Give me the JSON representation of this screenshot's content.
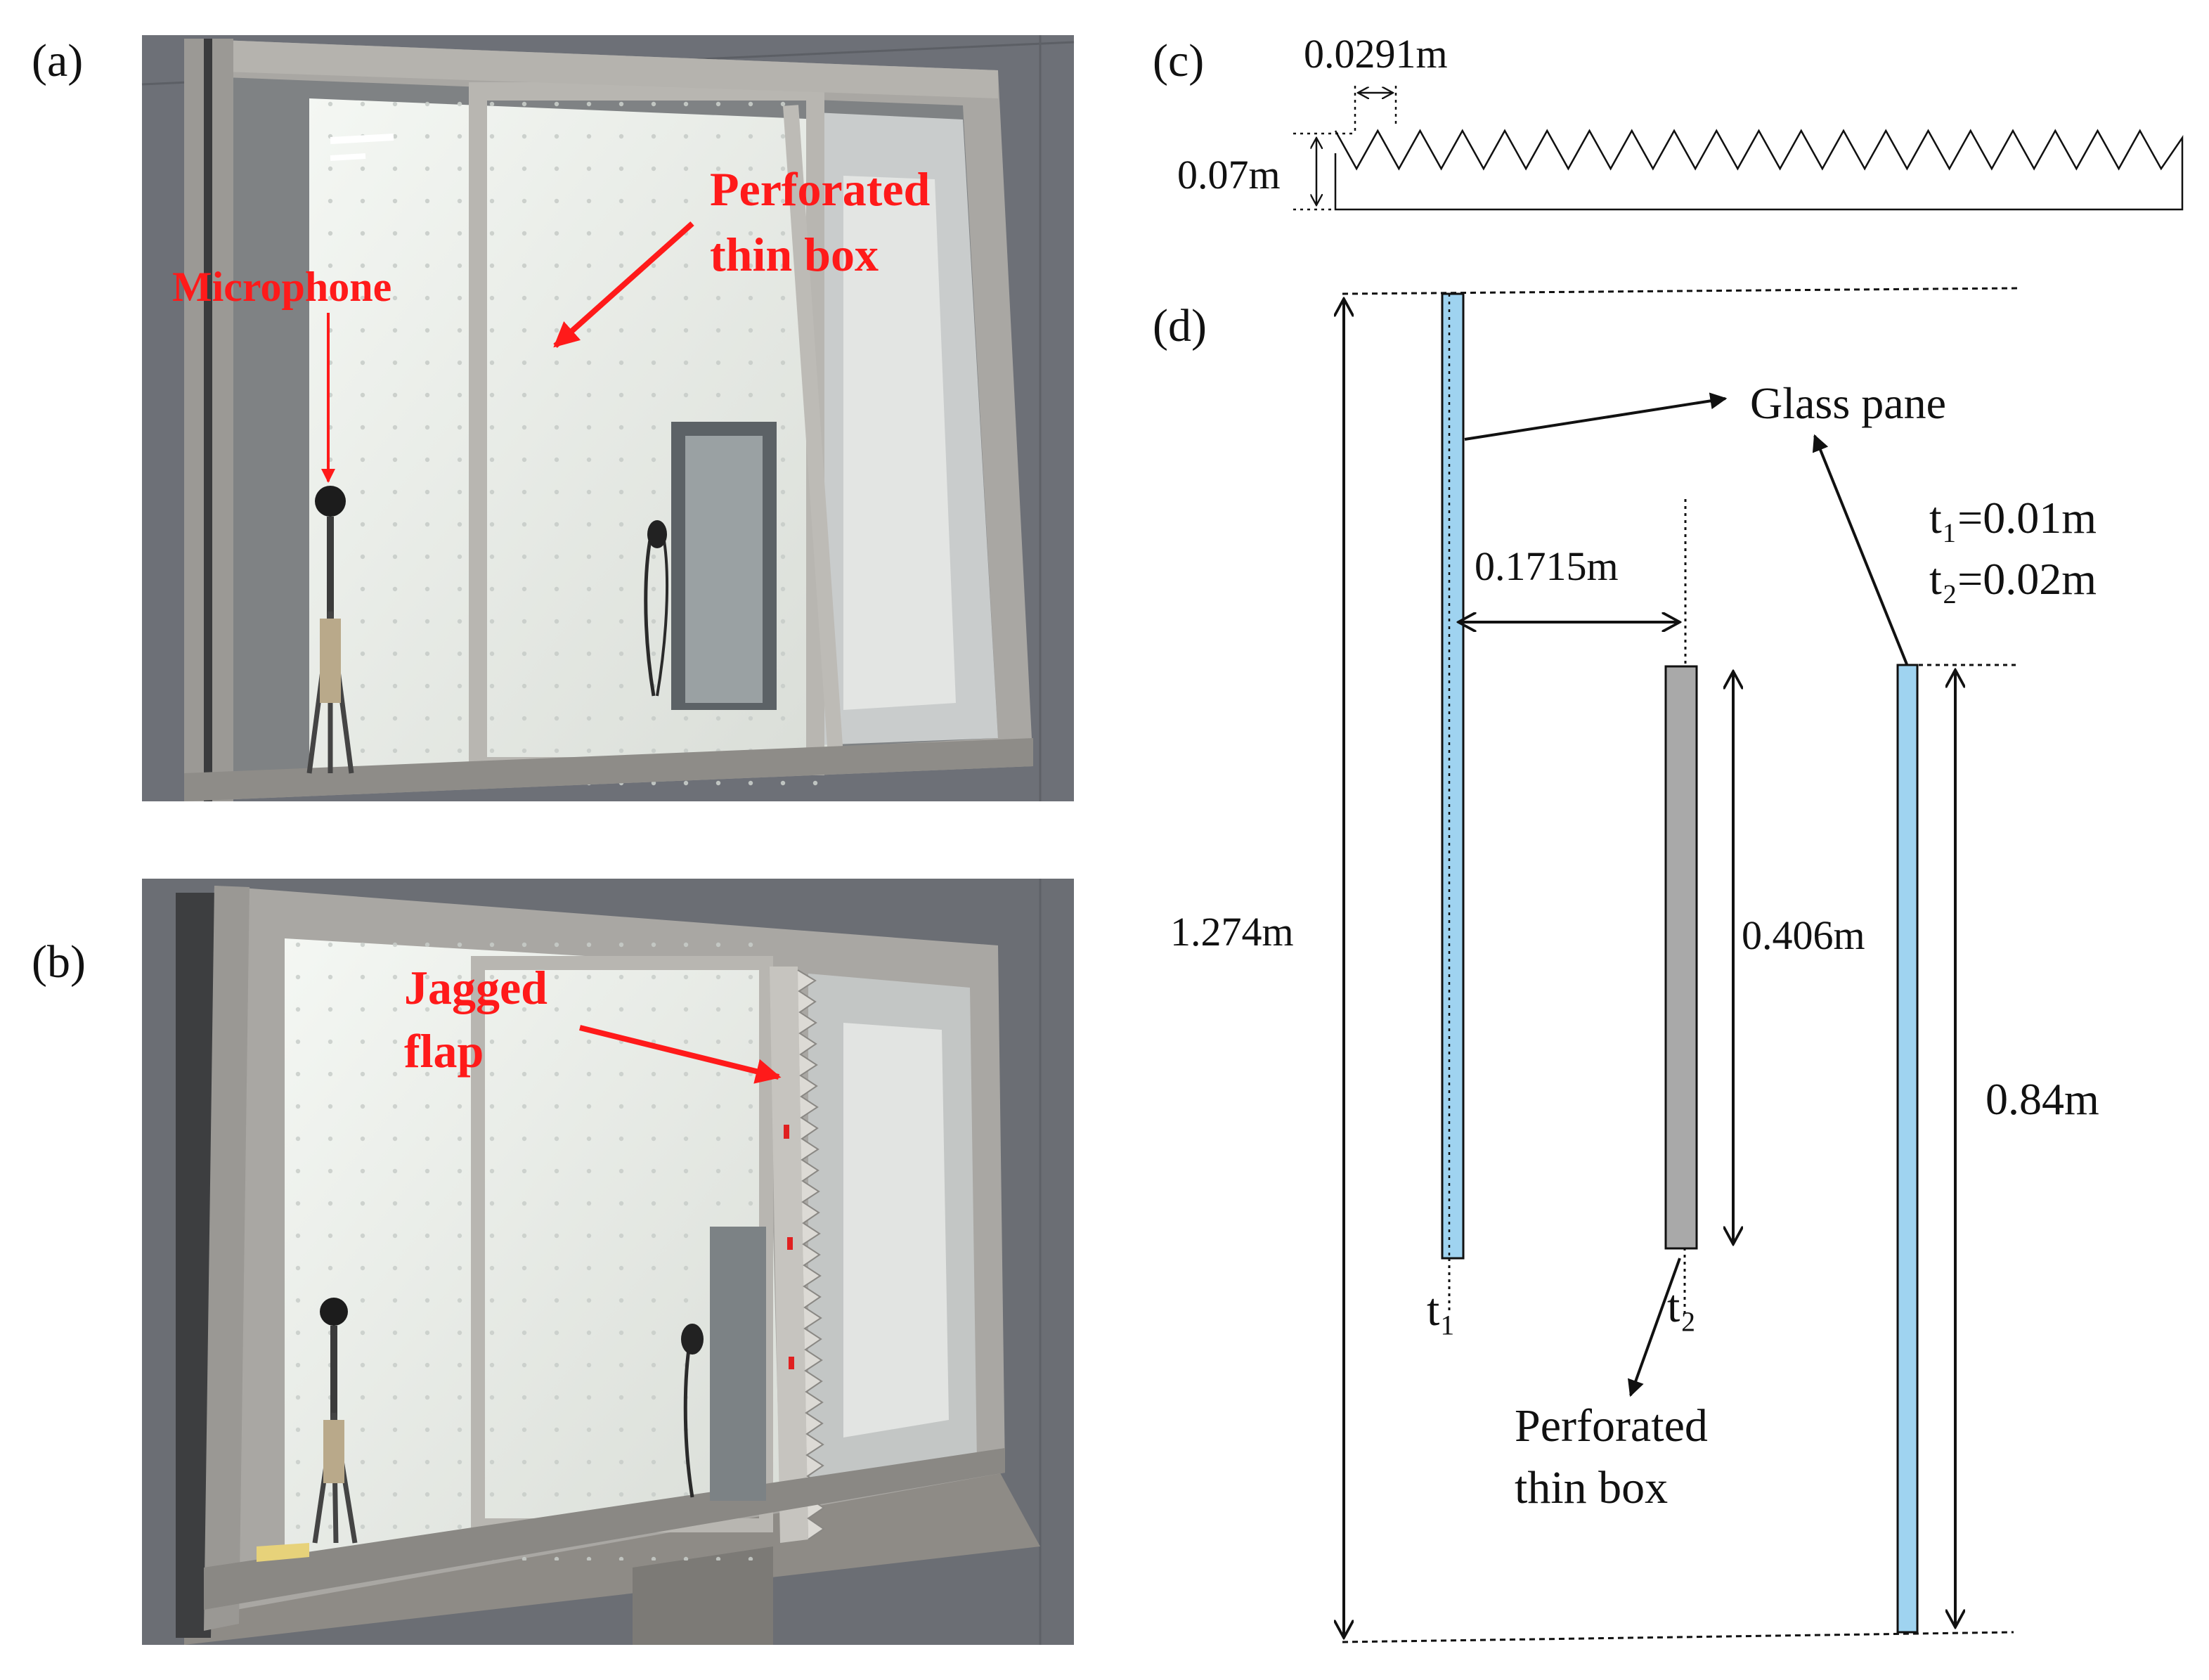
{
  "panels": {
    "a": {
      "label": "(a)"
    },
    "b": {
      "label": "(b)"
    },
    "c": {
      "label": "(c)"
    },
    "d": {
      "label": "(d)"
    }
  },
  "photo_a": {
    "microphone": "Microphone",
    "perforated_line1": "Perforated",
    "perforated_line2": "thin box"
  },
  "photo_b": {
    "jagged_line1": "Jagged",
    "jagged_line2": "flap"
  },
  "diagram_c": {
    "tooth_width": "0.0291m",
    "tooth_height": "0.07m"
  },
  "diagram_d": {
    "glass_pane": "Glass pane",
    "gap": "0.1715m",
    "t1_value": "t₁=0.01m",
    "t2_value": "t₂=0.02m",
    "total_height": "1.274m",
    "box_height": "0.406m",
    "pane_height": "0.84m",
    "t1": "t₁",
    "t2": "t₂",
    "perforated_line1": "Perforated",
    "perforated_line2": "thin box"
  },
  "colors": {
    "annotation_red": "#ff1a1a",
    "glass_blue": "#9fd3f0",
    "box_grey": "#a9a9a9",
    "frame_metal": "#a9a7a3",
    "wall_grey": "#6d7077"
  }
}
